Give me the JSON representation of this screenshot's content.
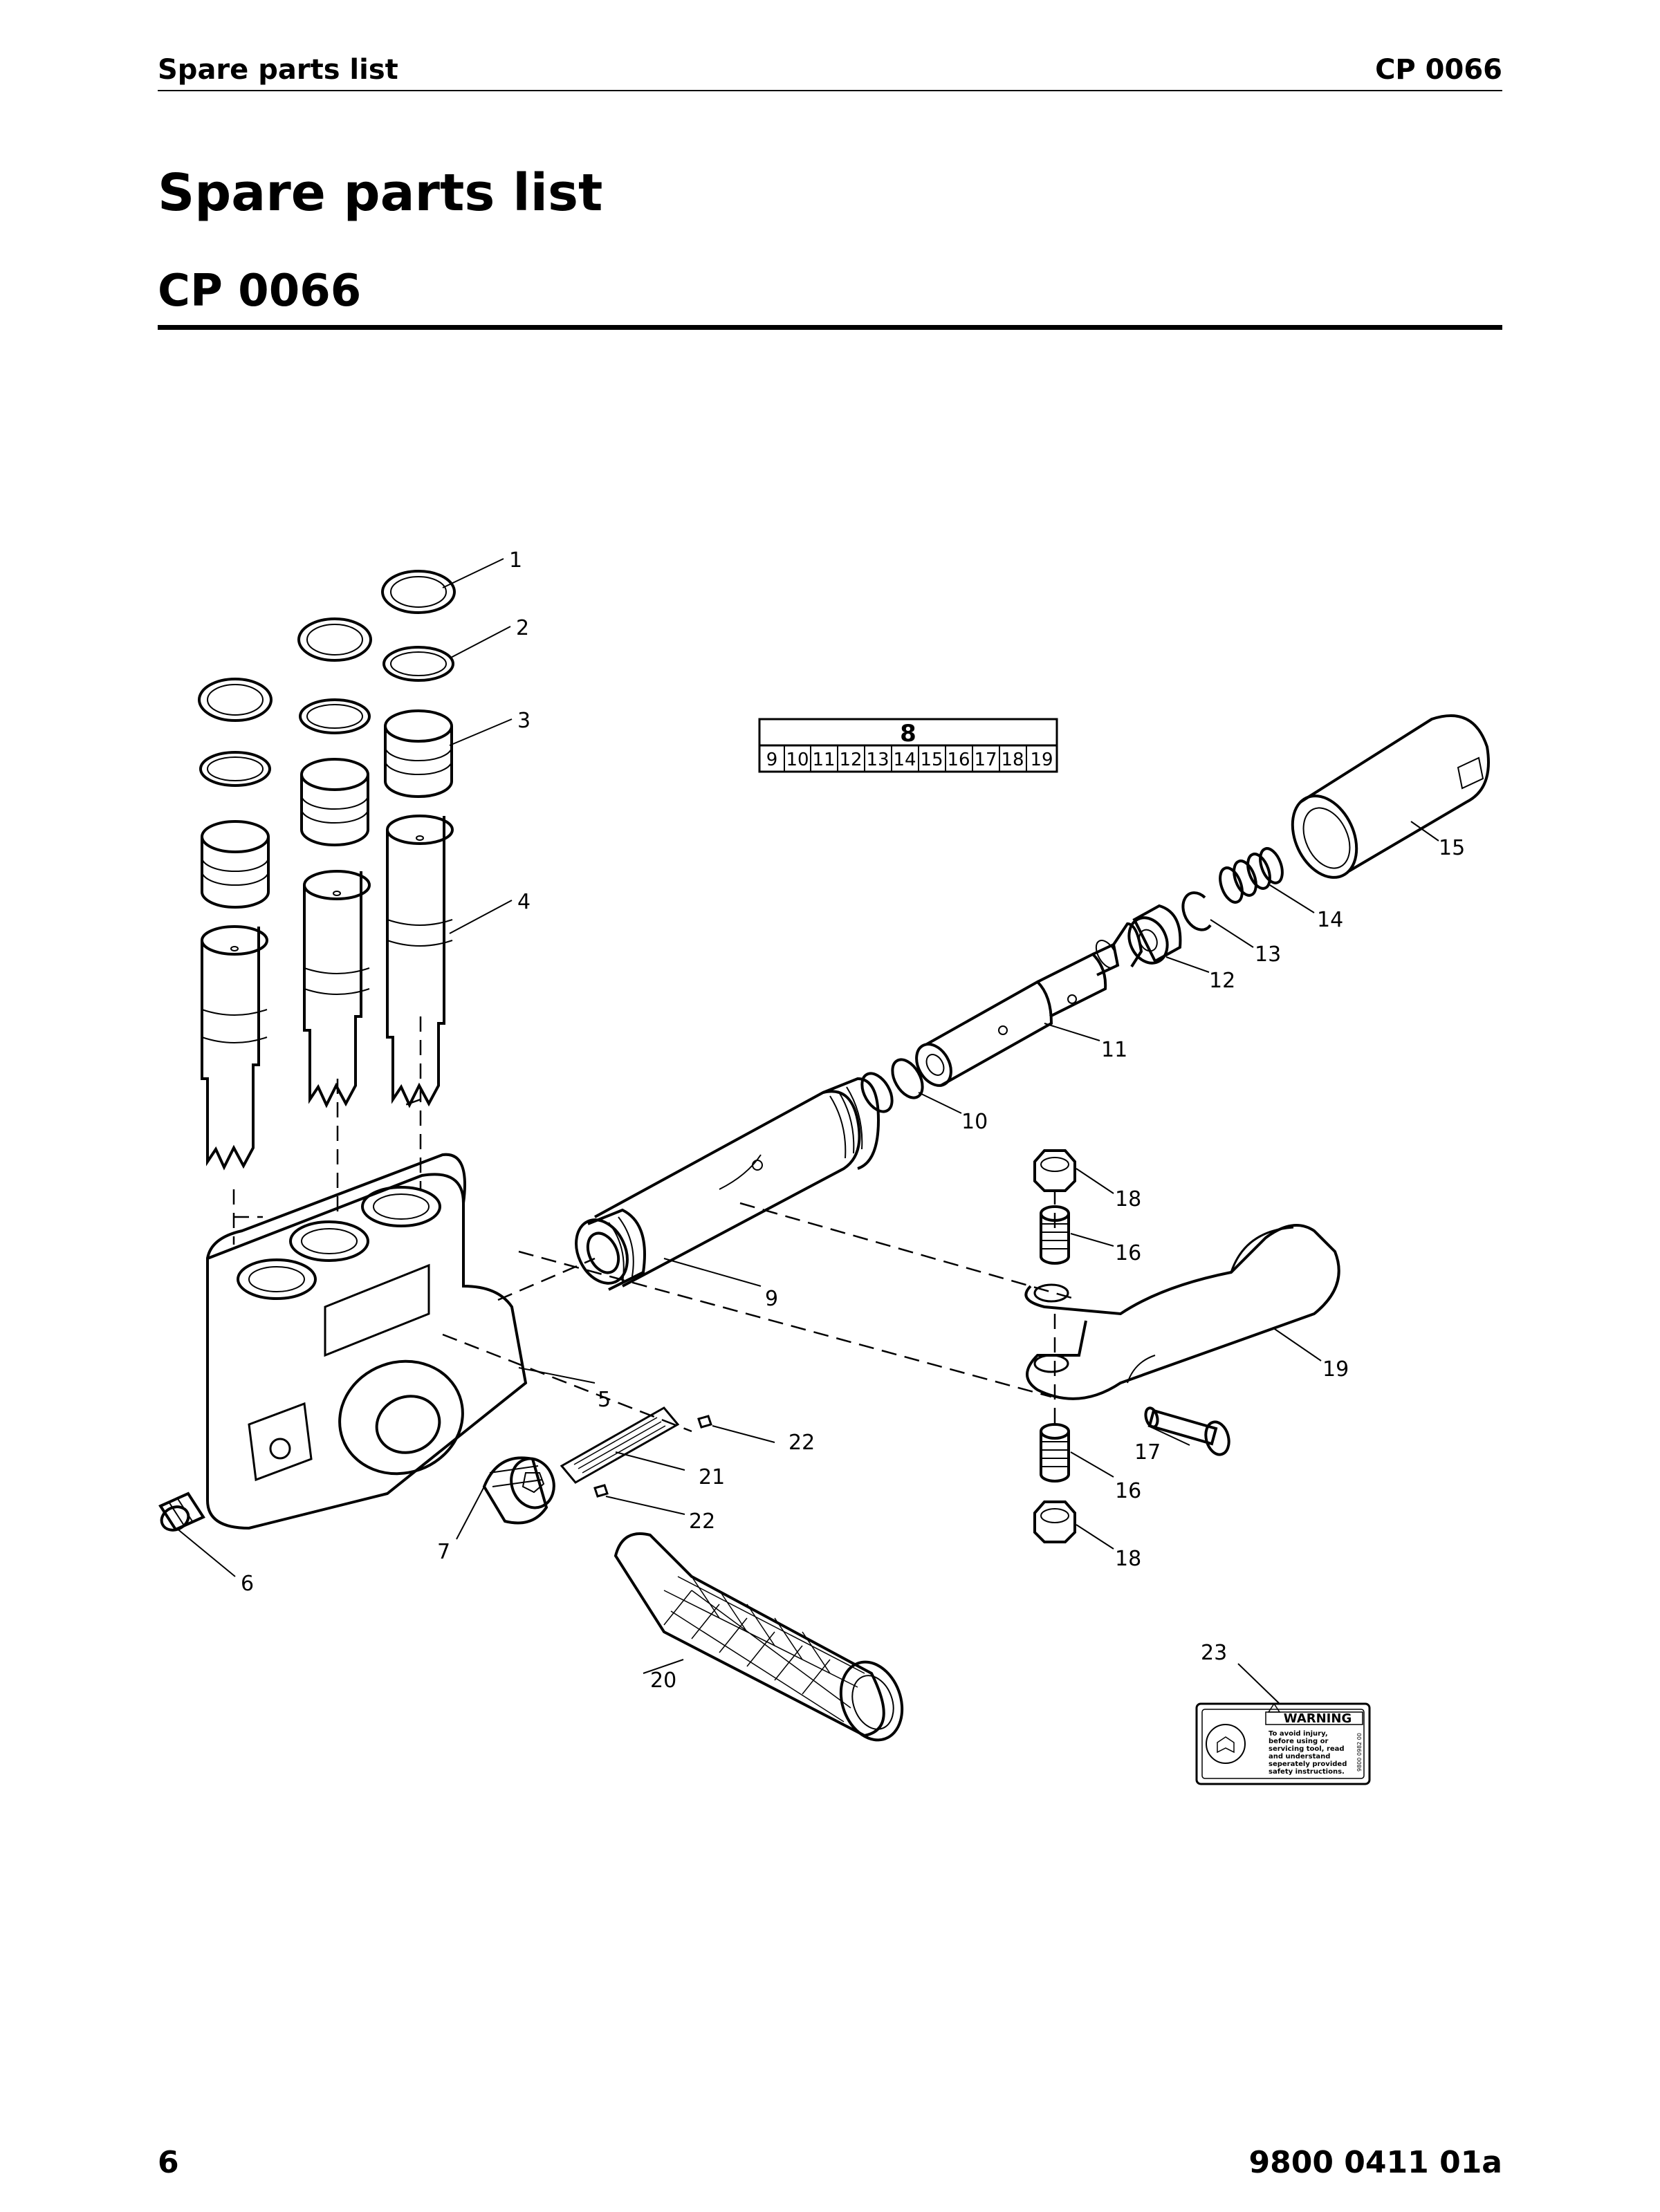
{
  "header": {
    "left": "Spare parts list",
    "right": "CP 0066"
  },
  "title": "Spare parts list",
  "subtitle": "CP 0066",
  "kit_table": {
    "kit_number": "8",
    "items": [
      "9",
      "10",
      "11",
      "12",
      "13",
      "14",
      "15",
      "16",
      "17",
      "18",
      "19"
    ]
  },
  "callouts": {
    "c1": "1",
    "c2": "2",
    "c3": "3",
    "c4": "4",
    "c5": "5",
    "c6": "6",
    "c7": "7",
    "c9": "9",
    "c10": "10",
    "c11": "11",
    "c12": "12",
    "c13": "13",
    "c14": "14",
    "c15": "15",
    "c16a": "16",
    "c16b": "16",
    "c17": "17",
    "c18a": "18",
    "c18b": "18",
    "c19": "19",
    "c20": "20",
    "c21": "21",
    "c22a": "22",
    "c22b": "22",
    "c23": "23"
  },
  "warning_label": {
    "heading": "WARNING",
    "lines": [
      "To avoid injury,",
      "before using or",
      "servicing tool, read",
      "and understand",
      "seperately provided",
      "safety instructions."
    ],
    "code": "9800 0982 00"
  },
  "footer": {
    "page_number": "6",
    "doc_number": "9800 0411 01a"
  }
}
